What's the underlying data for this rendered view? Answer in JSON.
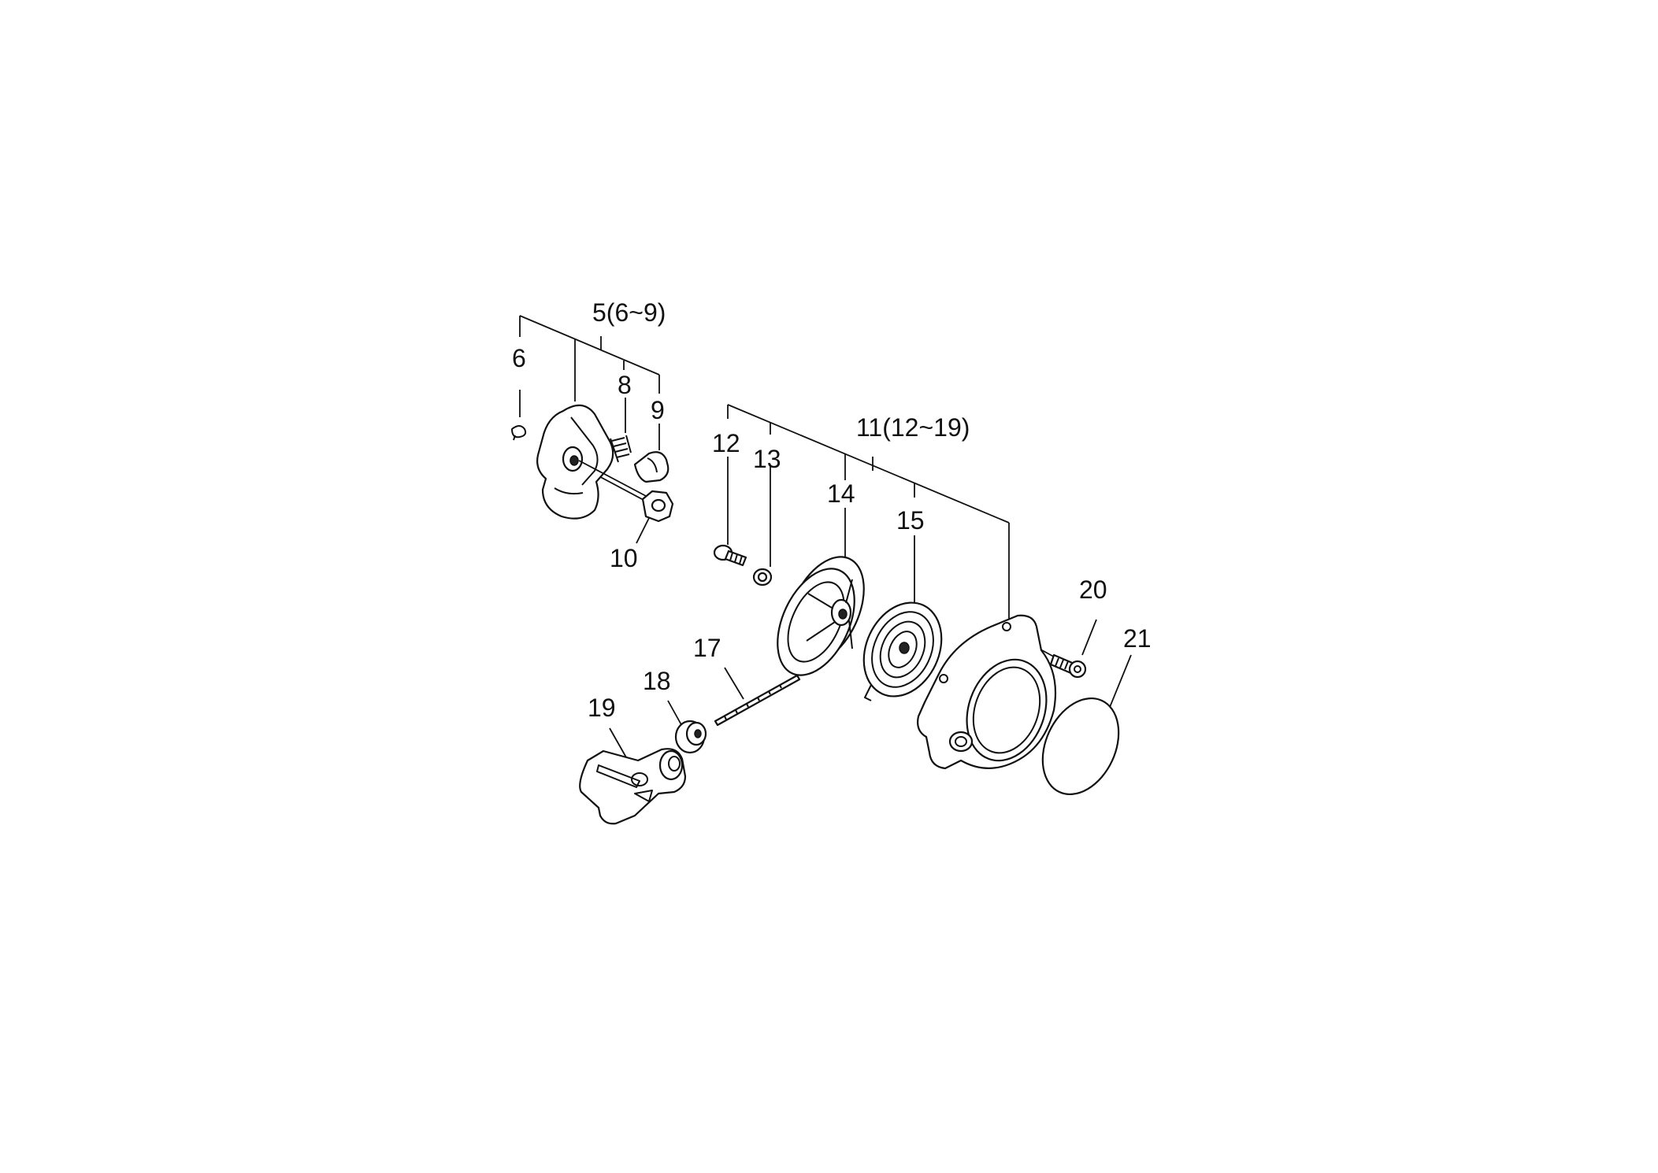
{
  "labels": {
    "l5": "5(6~9)",
    "l6": "6",
    "l8": "8",
    "l9": "9",
    "l10": "10",
    "l11": "11(12~19)",
    "l12": "12",
    "l13": "13",
    "l14": "14",
    "l15": "15",
    "l17": "17",
    "l18": "18",
    "l19": "19",
    "l20": "20",
    "l21": "21"
  }
}
